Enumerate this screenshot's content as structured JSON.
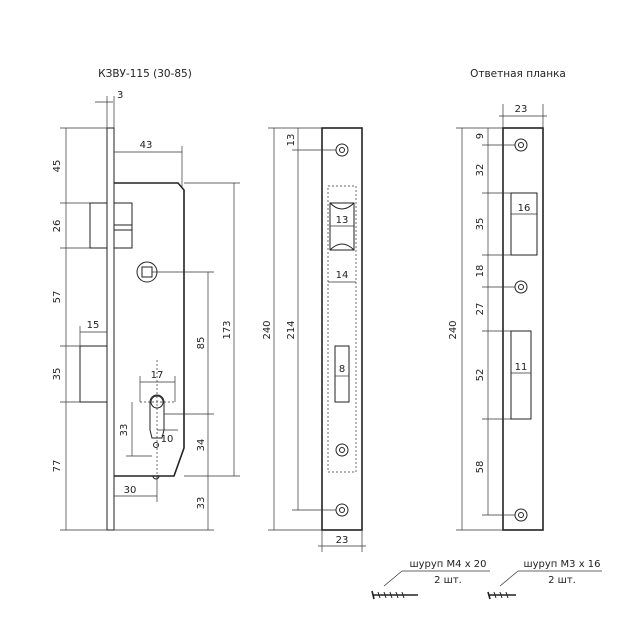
{
  "titles": {
    "lock_model": "КЗВУ-115 (30-85)",
    "strike_plate": "Ответная планка"
  },
  "lock_dims": {
    "faceplate_thickness": "3",
    "top_to_latch": "45",
    "latch_height": "26",
    "latch_to_deadbolt": "57",
    "deadbolt_height": "35",
    "deadbolt_width": "15",
    "bottom_section": "77",
    "case_top_width": "43",
    "spindle_to_cylinder": "85",
    "total_case": "173",
    "cylinder_width": "17",
    "cylinder_height": "33",
    "cylinder_radius": "10",
    "cylinder_to_bottom": "34",
    "backset": "30",
    "bottom_offset": "33"
  },
  "faceplate_dims": {
    "total_height": "240",
    "screw_span": "214",
    "top_to_screw": "13",
    "latch_slot_width": "13",
    "slot_width": "14",
    "bolt_slot_width": "8",
    "plate_width": "23"
  },
  "strike_dims": {
    "plate_width": "23",
    "top_to_screw": "9",
    "screw_to_latch": "32",
    "latch_hole_height": "35",
    "latch_hole_width": "16",
    "latch_to_screw": "18",
    "screw_to_bolt": "27",
    "bolt_hole_height": "52",
    "bolt_hole_width": "11",
    "bolt_to_screw": "58",
    "total_height": "240"
  },
  "screws": {
    "m4_label": "шуруп М4 х 20",
    "m4_qty": "2 шт.",
    "m3_label": "шуруп М3 х 16",
    "m3_qty": "2 шт."
  }
}
